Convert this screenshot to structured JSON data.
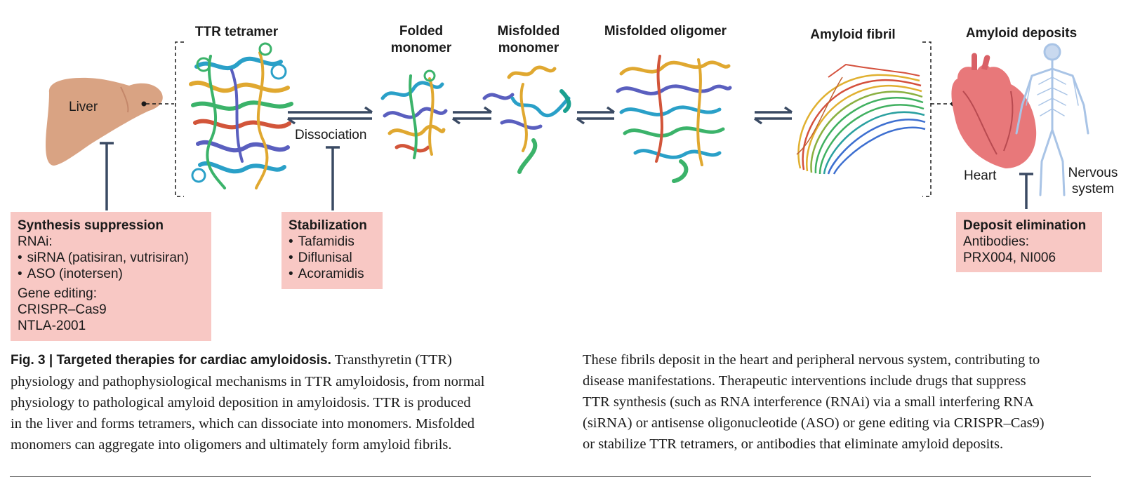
{
  "stages": {
    "liver": "Liver",
    "tetramer": "TTR tetramer",
    "folded_monomer": [
      "Folded",
      "monomer"
    ],
    "misfolded_monomer": [
      "Misfolded",
      "monomer"
    ],
    "misfolded_oligomer": "Misfolded oligomer",
    "amyloid_fibril": "Amyloid fibril",
    "amyloid_deposits": "Amyloid deposits"
  },
  "labels": {
    "dissociation": "Dissociation",
    "heart": "Heart",
    "nervous_system": [
      "Nervous",
      "system"
    ]
  },
  "boxes": {
    "synthesis": {
      "title": "Synthesis suppression",
      "rnai": "RNAi:",
      "items": [
        "siRNA (patisiran, vutrisiran)",
        "ASO (inotersen)"
      ],
      "gene_editing": "Gene editing:",
      "lines": [
        "CRISPR–Cas9",
        "NTLA-2001"
      ]
    },
    "stabilization": {
      "title": "Stabilization",
      "items": [
        "Tafamidis",
        "Diflunisal",
        "Acoramidis"
      ]
    },
    "deposit": {
      "title": "Deposit elimination",
      "lines": [
        "Antibodies:",
        "PRX004, NI006"
      ]
    }
  },
  "caption": {
    "fig_lead": "Fig. 3 | Targeted therapies for cardiac amyloidosis.",
    "left_first": " Transthyretin (TTR)",
    "left_lines": [
      "physiology and pathophysiological mechanisms in TTR amyloidosis, from normal",
      "physiology to pathological amyloid deposition in amyloidosis. TTR is produced",
      "in the liver and forms tetramers, which can dissociate into monomers. Misfolded",
      "monomers can aggregate into oligomers and ultimately form amyloid fibrils."
    ],
    "right_lines": [
      "These fibrils deposit in the heart and peripheral nervous system, contributing to",
      "disease manifestations. Therapeutic interventions include drugs that suppress",
      "TTR synthesis (such as RNA interference (RNAi) via a small interfering RNA",
      "(siRNA) or antisense oligonucleotide (ASO) or gene editing via CRISPR–Cas9)",
      "or stabilize TTR tetramers, or antibodies that eliminate amyloid deposits."
    ]
  },
  "colors": {
    "box_fill": "#f8c8c4",
    "arrow": "#3a4a63",
    "liver": "#d9a383",
    "heart": "#e8787a",
    "nerve": "#a9c4e6"
  }
}
